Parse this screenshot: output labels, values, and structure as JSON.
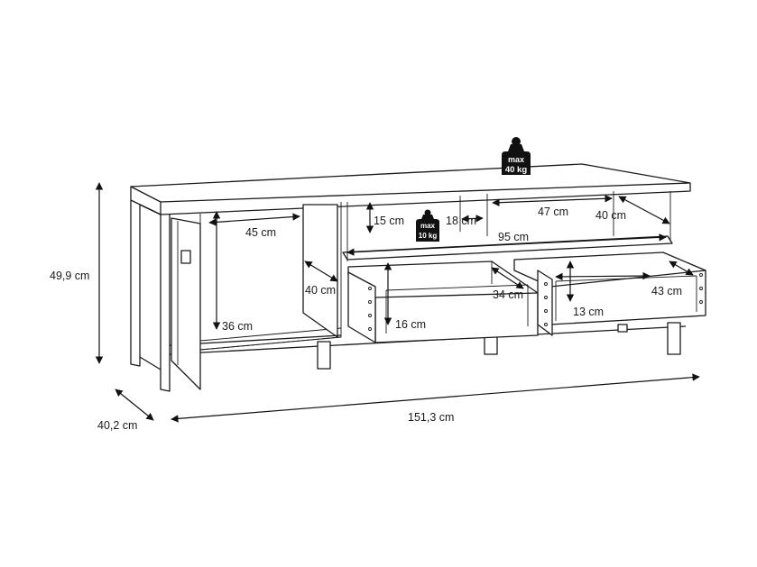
{
  "dimensions": {
    "height": "49,9 cm",
    "depth": "40,2 cm",
    "width": "151,3 cm",
    "left_compartment_width": "45 cm",
    "left_compartment_height": "36 cm",
    "left_compartment_depth": "40 cm",
    "top_niche_height": "15 cm",
    "top_niche_width": "18 cm",
    "top_shelf_width": "47 cm",
    "top_shelf_depth": "40 cm",
    "middle_shelf_width": "95 cm",
    "drawer1_height": "16 cm",
    "drawer1_depth": "34 cm",
    "drawer2_height": "13 cm",
    "drawer2_depth": "43 cm"
  },
  "weights": {
    "top": {
      "line1": "max",
      "line2": "40 kg"
    },
    "shelf": {
      "line1": "max",
      "line2": "10 kg"
    }
  }
}
